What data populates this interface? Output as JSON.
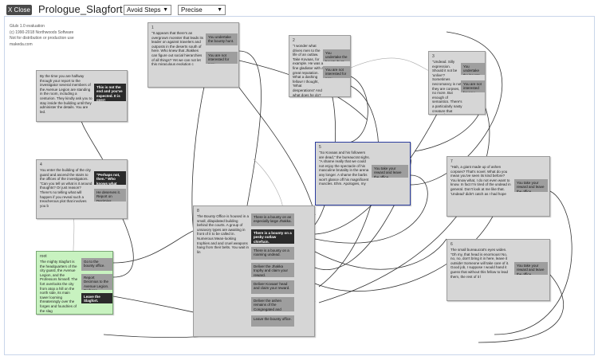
{
  "toolbar": {
    "close_label": "X Close",
    "title": "Prologue_Slagfort",
    "mode_select": "Avoid Steps",
    "precision_select": "Precise"
  },
  "info": {
    "lines": [
      "Glulx 1.0 evaluation",
      "(c) 1990-2018 Northwoods Software",
      "Not for distribution or production use",
      "makeda.com"
    ]
  },
  "nodes": {
    "n1": {
      "num": "1",
      "text": "\"It appears that there's an overgrown monster that leads its leader on against travelers and outposts in the deserts south of here. Who knew that Jhakkes can figure out social hierarchies of all things? Yet we can not let this miraculous evolution c",
      "choices": [
        "You undertake the bounty hunt.",
        "You are not interested for now."
      ]
    },
    "n2": {
      "num": "2",
      "text": "\"I wonder what drives men to the life of an outlaw. Take Kovaas, for example. He was a fine gladiator with a great reputation. What a dashing fellow! I thought, 'What desperations!' And what does he do? He runs away with a bunch of gladiators and j",
      "choices": [
        "You undertake the bounty hunt.",
        "You are not interested for now."
      ]
    },
    "n3": {
      "num": "3",
      "text": "\"Undead. Silly expression. Should it not be 'unlive'? Sometimes necromancy is not, they are corpses, no more. But enough of semantics. There's a particularly nasty creature that roams the southern edge of the Molten Tongue and attacks on sight. It h",
      "choices": [
        "You undertake the bounty hunt.",
        "You are not interested for now."
      ]
    },
    "n_top": {
      "num": "",
      "text": "By the time you are halfway through your report to the investigator several members of the Avenue Legion are standing in the room, including a centurion. They kindly ask you to stay inside the building until they administer the details. You are led.",
      "choices": [
        "This is not the end and you've expected. It is over!"
      ]
    },
    "n4": {
      "num": "4",
      "text": "You enter the building of the city guard and ascend the stairs to the offices of the investigators. \"Can you tell us what is it around thoughts? Or just reason? There's no telling what will happen if you reveal such a treacherous plot that involves you b",
      "choices": [
        "\"Perhaps not, then.\" Who knows what you can",
        "He deserves it. Report on Decimius anyways."
      ]
    },
    "n5": {
      "num": "5",
      "text": "\"So Kovaas and his followers are dead,\" the bureaucrat sighs. \"A shame really that we could not enjoy the spectacle of his masculine brutality in the arena any longer. A shame the barbs won't glance off his magnificent muscles. Ehm. Apologies, my",
      "choices": [
        "You take your reward and leave the office."
      ]
    },
    "n6": {
      "num": "6",
      "text": "The small bureaucrat's eyes widen. \"Oh my, that head is enormous! No, no, no, don't bring it in here, leave it outside! Someone will take care of it. Good job, I suppose I would hand it guess that without this fellow to lead them, the rest of it l",
      "choices": [
        "You take your reward and leave the office."
      ]
    },
    "n7": {
      "num": "7",
      "text": "\"Hah, a giant made up of ashen corpses? That's novel. What do you mean you've seen its kind before? You know what, I do not even want to know. In fact I'm tired of the undead in general. Don't look at me like that. 'Undead' didn't catch as I had hope",
      "choices": [
        "You take your reward and leave the office."
      ]
    },
    "n8": {
      "num": "8",
      "text": "The Bounty Office is housed in a small, dilapidated building behind the courts. A group of unsavory types are awaiting in front of it to be called in. Numerous Mean-looking trophies and and cruel weapons hang from their belts. You wait in lin",
      "choices": [
        "There is a bounty on an especially large Jhakka.",
        "There is a bounty on a pesky outlaw chieftain.",
        "There is a bounty on a roaming undead.",
        "Deliver the Jhakka trophy and claim your reward.",
        "Deliver Kovaas' head and claim your reward.",
        "Deliver the ashen remains of the Congregated and",
        "Leave the bounty office."
      ]
    },
    "root": {
      "num": "root",
      "text": "The mighty Slagfort is the headquarters of the city guard, the Avenue Legion, and the Professors himself. The fort overlooks the city from atop a hill on the north side, its main tower looming threateningly over the forges and foundries of the slag",
      "choices": [
        "Go to the bounty office.",
        "Report Decimius to the Avenue Legion. Perhaps",
        "Leave the Slagfort."
      ]
    }
  }
}
